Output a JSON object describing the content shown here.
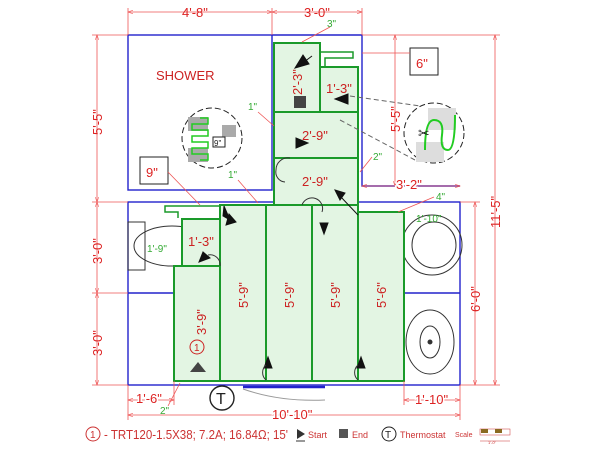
{
  "plan": {
    "room_label": "SHOWER",
    "dimensions": {
      "top_left": "4'-8\"",
      "top_right": "3'-0\"",
      "left_upper": "5'-5\"",
      "left_middle": "3'-0\"",
      "left_lower": "3'-0\"",
      "right_upper": "5'-5\"",
      "right_lower": "6'-0\"",
      "right_total": "11'-5\"",
      "mid_right": "3'-2\"",
      "bottom_left": "1'-6\"",
      "bottom_right": "1'-10\"",
      "bottom_total": "10'-10\""
    },
    "offsets": [
      "3\"",
      "1\"",
      "1\"",
      "2\"",
      "4\"",
      "2\"",
      "1'-10\"",
      "1'-9\""
    ],
    "callouts": {
      "upper": "6\"",
      "left": "9\"",
      "detail": "9\""
    },
    "mat_sections": [
      "2'-3\"",
      "1'-3\"",
      "2'-9\"",
      "2'-9\"",
      "1'-3\"",
      "3'-9\"",
      "5'-9\"",
      "5'-9\"",
      "5'-9\"",
      "5'-6\""
    ],
    "cable_marker": "1",
    "thermostat_marker": "T"
  },
  "legend": {
    "cable_number": "1",
    "cable_spec": "- TRT120-1.5X38; 7.2A; 16.84Ω; 15'",
    "start": "Start",
    "end": "End",
    "thermostat_symbol": "T",
    "thermostat": "Thermostat",
    "scale": "Scale",
    "scale_unit": "1'-0\""
  },
  "colors": {
    "wall": "#2222cc",
    "heated": "#1a9a2a",
    "dimension": "#dd2222"
  }
}
